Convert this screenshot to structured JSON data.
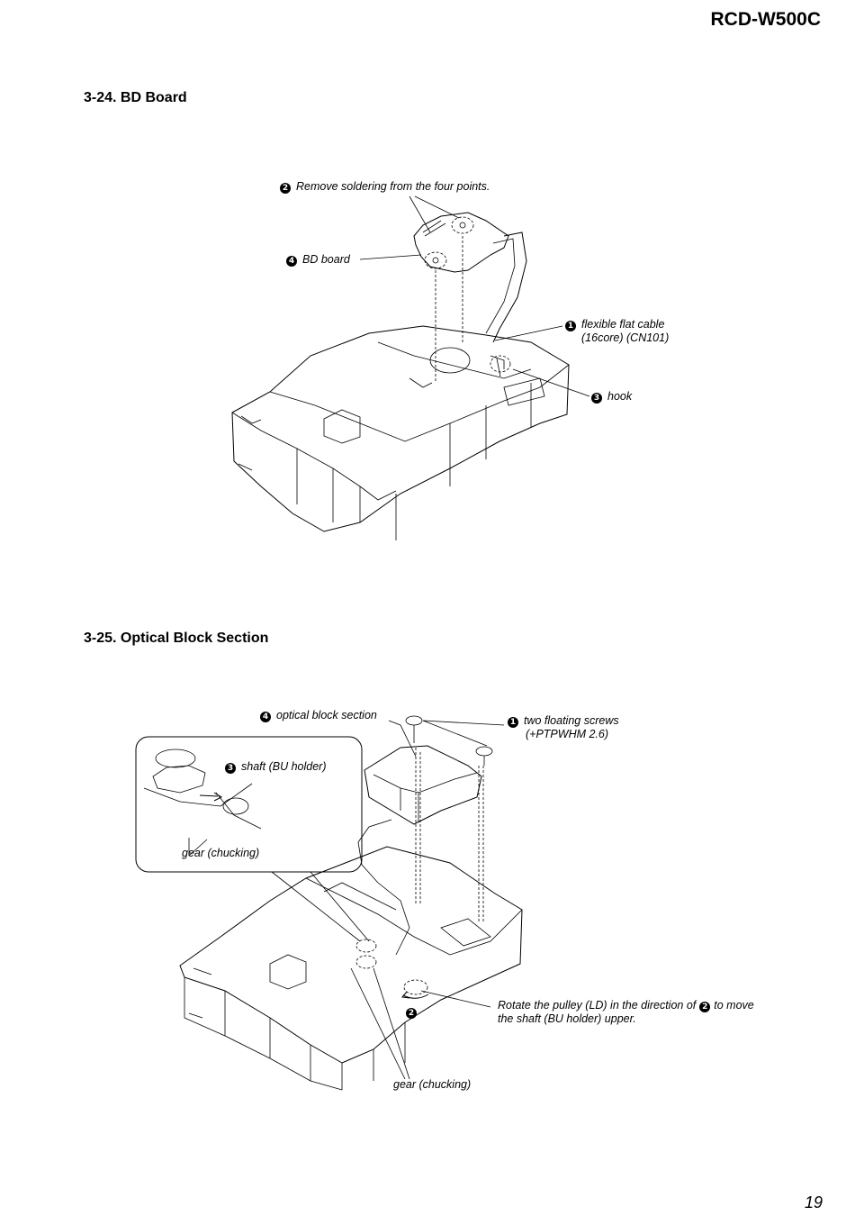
{
  "header": {
    "model": "RCD-W500C"
  },
  "section_bd": {
    "title": "3-24. BD Board",
    "callouts": [
      {
        "step": "2",
        "text": "Remove soldering from the four points."
      },
      {
        "step": "4",
        "text": "BD board"
      },
      {
        "step": "1",
        "line1": "flexible flat cable",
        "line2": "(16core) (CN101)"
      },
      {
        "step": "3",
        "text": "hook"
      }
    ]
  },
  "section_optical": {
    "title": "3-25. Optical Block Section",
    "callouts": [
      {
        "step": "4",
        "text": "optical block section"
      },
      {
        "step": "1",
        "line1": "two floating screws",
        "line2": "(+PTPWHM 2.6)"
      },
      {
        "step": "3",
        "text": "shaft (BU holder)"
      },
      {
        "text": "gear (chucking)"
      },
      {
        "text": "gear (chucking)"
      },
      {
        "step": "2"
      },
      {
        "line1_pre": "Rotate the pulley (LD)  in the direction of",
        "line1_step": "2",
        "line1_post": "to move",
        "line2": "the shaft (BU holder) upper."
      }
    ]
  },
  "footer": {
    "page": "19"
  }
}
